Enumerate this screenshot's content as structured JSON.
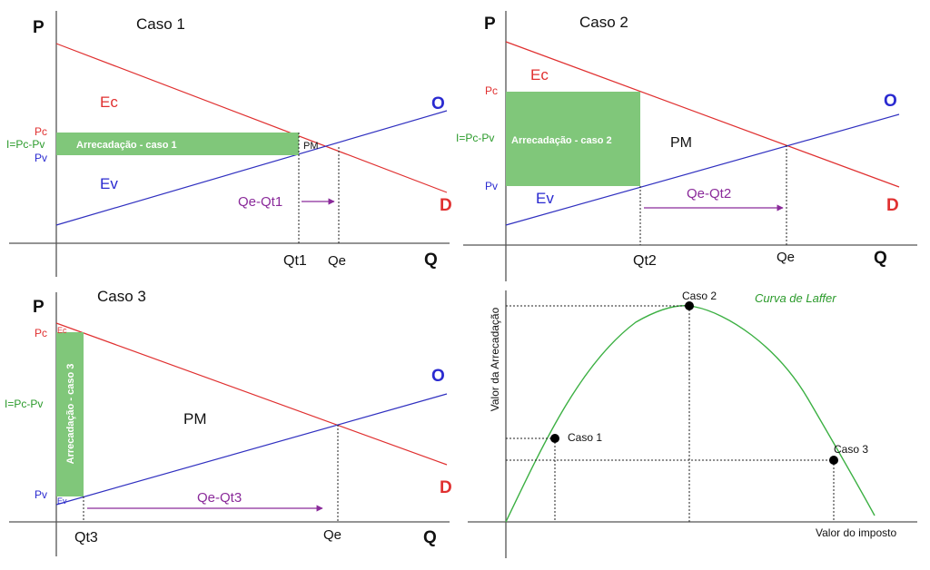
{
  "colors": {
    "demand": "#e03030",
    "supply": "#3030c0",
    "revenue": "#80c77a",
    "laffer": "#3cb043",
    "gap": "#8a2a9a"
  },
  "panel1": {
    "title": "Caso 1",
    "p": "P",
    "q": "Q",
    "o": "O",
    "d": "D",
    "ec": "Ec",
    "ev": "Ev",
    "pc": "Pc",
    "tax": "I=Pc-Pv",
    "pv": "Pv",
    "revenue": "Arrecadação - caso 1",
    "pm": "PM",
    "gap": "Qe-Qt1",
    "qt": "Qt1",
    "qe": "Qe"
  },
  "panel2": {
    "title": "Caso 2",
    "p": "P",
    "q": "Q",
    "o": "O",
    "d": "D",
    "ec": "Ec",
    "ev": "Ev",
    "pc": "Pc",
    "tax": "I=Pc-Pv",
    "pv": "Pv",
    "revenue": "Arrecadação - caso 2",
    "pm": "PM",
    "gap": "Qe-Qt2",
    "qt": "Qt2",
    "qe": "Qe"
  },
  "panel3": {
    "title": "Caso 3",
    "p": "P",
    "q": "Q",
    "o": "O",
    "d": "D",
    "ec": "Ec",
    "ev": "Ev",
    "pc": "Pc",
    "tax": "I=Pc-Pv",
    "pv": "Pv",
    "revenue": "Arrecadação - caso 3",
    "pm": "PM",
    "gap": "Qe-Qt3",
    "qt": "Qt3",
    "qe": "Qe"
  },
  "laffer": {
    "title": "Curva de Laffer",
    "ylabel": "Valor da Arrecadação",
    "xlabel": "Valor do imposto",
    "points": [
      {
        "label": "Caso 1"
      },
      {
        "label": "Caso 2"
      },
      {
        "label": "Caso 3"
      }
    ]
  }
}
